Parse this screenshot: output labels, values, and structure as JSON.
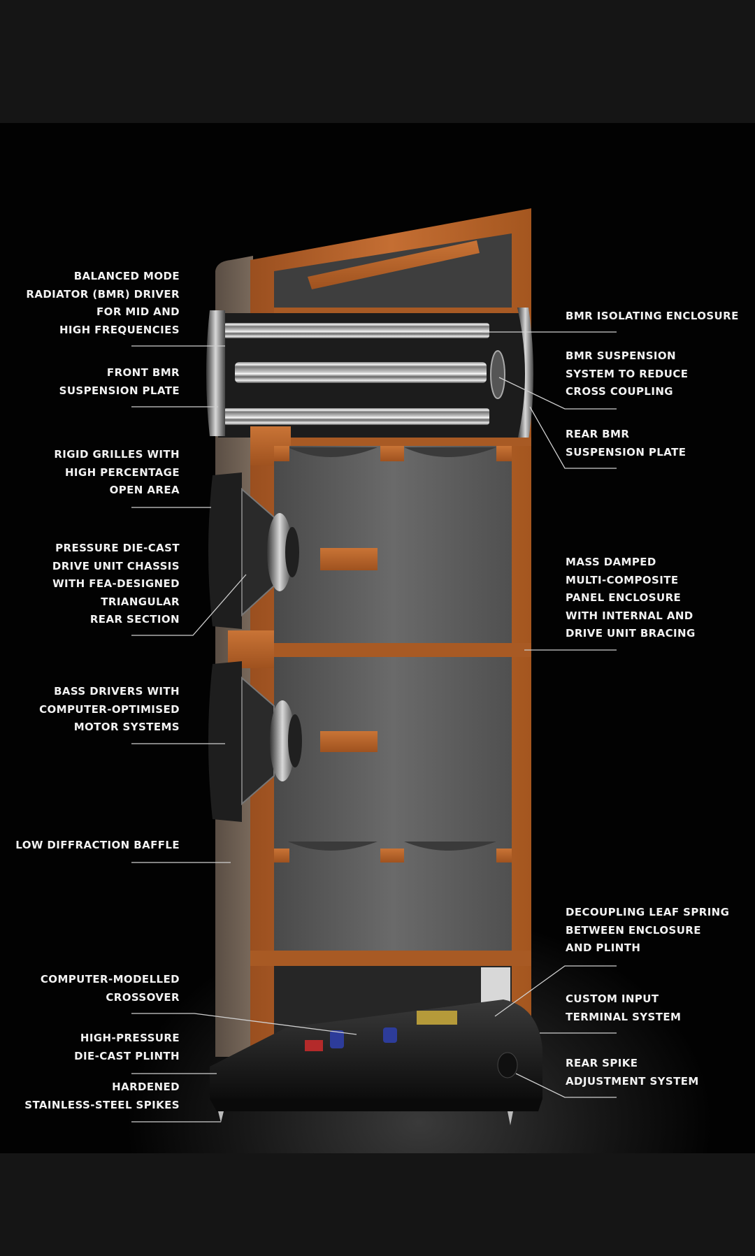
{
  "callouts_left": [
    {
      "id": "bmr-driver",
      "lines": [
        "BALANCED MODE",
        "RADIATOR (BMR) DRIVER",
        "FOR MID AND",
        "HIGH FREQUENCIES"
      ]
    },
    {
      "id": "front-bmr-plate",
      "lines": [
        "FRONT BMR",
        "SUSPENSION PLATE"
      ]
    },
    {
      "id": "rigid-grilles",
      "lines": [
        "RIGID GRILLES WITH",
        "HIGH PERCENTAGE",
        "OPEN AREA"
      ]
    },
    {
      "id": "die-cast-chassis",
      "lines": [
        "PRESSURE DIE-CAST",
        "DRIVE UNIT CHASSIS",
        "WITH FEA-DESIGNED",
        "TRIANGULAR",
        "REAR SECTION"
      ]
    },
    {
      "id": "bass-drivers",
      "lines": [
        "BASS DRIVERS WITH",
        "COMPUTER-OPTIMISED",
        "MOTOR SYSTEMS"
      ]
    },
    {
      "id": "low-diffraction-baffle",
      "lines": [
        "LOW DIFFRACTION BAFFLE"
      ]
    },
    {
      "id": "crossover",
      "lines": [
        "COMPUTER-MODELLED",
        "CROSSOVER"
      ]
    },
    {
      "id": "plinth",
      "lines": [
        "HIGH-PRESSURE",
        "DIE-CAST PLINTH"
      ]
    },
    {
      "id": "spikes",
      "lines": [
        "HARDENED",
        "STAINLESS-STEEL SPIKES"
      ]
    }
  ],
  "callouts_right": [
    {
      "id": "bmr-isolating-enclosure",
      "lines": [
        "BMR ISOLATING ENCLOSURE"
      ]
    },
    {
      "id": "bmr-suspension-system",
      "lines": [
        "BMR SUSPENSION",
        "SYSTEM TO REDUCE",
        "CROSS COUPLING"
      ]
    },
    {
      "id": "rear-bmr-plate",
      "lines": [
        "REAR BMR",
        "SUSPENSION PLATE"
      ]
    },
    {
      "id": "mass-damped-enclosure",
      "lines": [
        "MASS DAMPED",
        "MULTI-COMPOSITE",
        "PANEL ENCLOSURE",
        "WITH INTERNAL AND",
        "DRIVE UNIT BRACING"
      ]
    },
    {
      "id": "leaf-spring",
      "lines": [
        "DECOUPLING LEAF SPRING",
        "BETWEEN ENCLOSURE",
        "AND PLINTH"
      ]
    },
    {
      "id": "input-terminal",
      "lines": [
        "CUSTOM INPUT",
        "TERMINAL SYSTEM"
      ]
    },
    {
      "id": "rear-spike",
      "lines": [
        "REAR SPIKE",
        "ADJUSTMENT SYSTEM"
      ]
    }
  ],
  "colors": {
    "background": "#121212",
    "wood": "#b8652c",
    "cavity": "#5e5e5e",
    "label_text": "#f2f2f2",
    "leader_line": "#cfcfcf"
  }
}
